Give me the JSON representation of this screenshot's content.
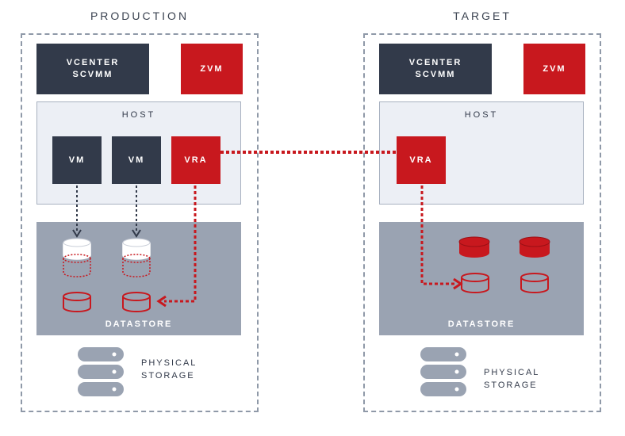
{
  "production": {
    "title": "PRODUCTION",
    "vcenter": "VCENTER\nSCVMM",
    "zvm": "ZVM",
    "host": "HOST",
    "vm1": "VM",
    "vm2": "VM",
    "vra": "VRA",
    "datastore": "DATASTORE",
    "physical_storage": "PHYSICAL\nSTORAGE"
  },
  "target": {
    "title": "TARGET",
    "vcenter": "VCENTER\nSCVMM",
    "zvm": "ZVM",
    "host": "HOST",
    "vra": "VRA",
    "datastore": "DATASTORE",
    "physical_storage": "PHYSICAL\nSTORAGE"
  },
  "colors": {
    "accent_red": "#c8181e",
    "dark": "#323a4a",
    "datastore_gray": "#9aa3b2",
    "host_bg": "#eceff5"
  }
}
